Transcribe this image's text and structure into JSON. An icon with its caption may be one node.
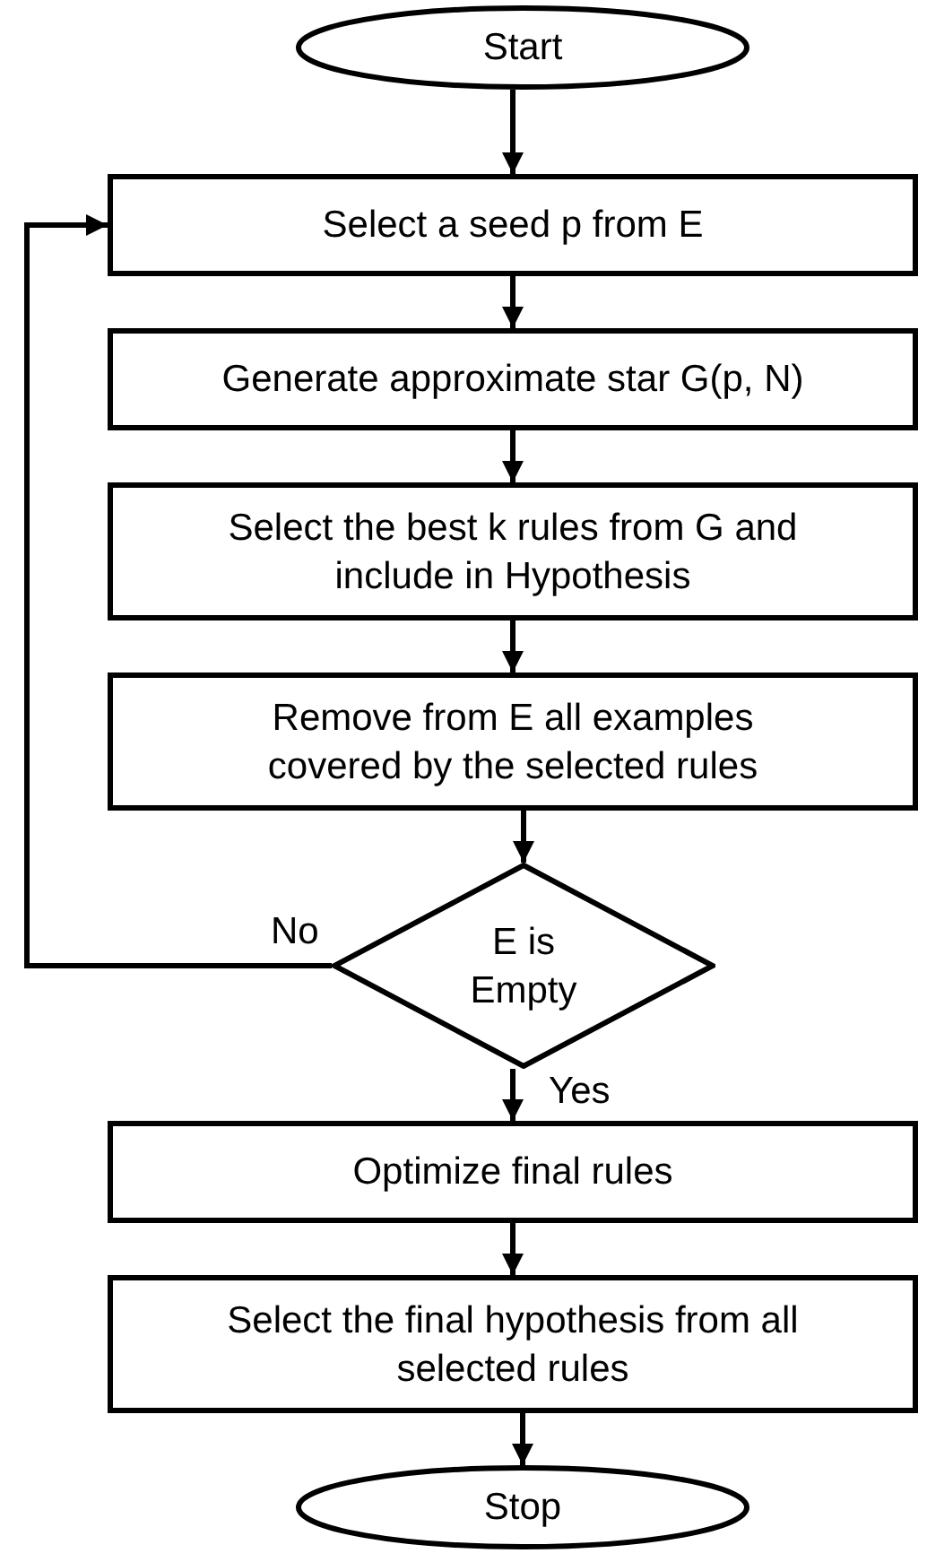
{
  "diagram": {
    "nodes": [
      {
        "text": [
          "Start"
        ]
      },
      {
        "text": [
          "Select a seed p from E"
        ]
      },
      {
        "text": [
          "Generate approximate star G(p, N)"
        ]
      },
      {
        "text": [
          "Select the best k rules from G and include in Hypothesis"
        ]
      },
      {
        "text": [
          "Remove from E all examples covered by the selected rules"
        ]
      },
      {
        "text": [
          "E is Empty"
        ]
      },
      {
        "text": [
          "Optimize final rules"
        ]
      },
      {
        "text": [
          "Select the final hypothesis from all selected rules"
        ]
      },
      {
        "text": [
          "Stop"
        ]
      }
    ],
    "edges": [
      {
        "from": 0,
        "to": 1,
        "arrow": "to"
      },
      {
        "from": 1,
        "to": 2,
        "arrow": "to"
      },
      {
        "from": 2,
        "to": 3,
        "arrow": "to"
      },
      {
        "from": 3,
        "to": 4,
        "arrow": "to"
      },
      {
        "from": 4,
        "to": 5,
        "arrow": "to"
      },
      {
        "from": 5,
        "to": 1,
        "arrow": "to",
        "label": "No"
      },
      {
        "from": 5,
        "to": 6,
        "arrow": "to",
        "label": "Yes"
      },
      {
        "from": 6,
        "to": 7,
        "arrow": "to"
      },
      {
        "from": 7,
        "to": 8,
        "arrow": "to"
      }
    ]
  }
}
